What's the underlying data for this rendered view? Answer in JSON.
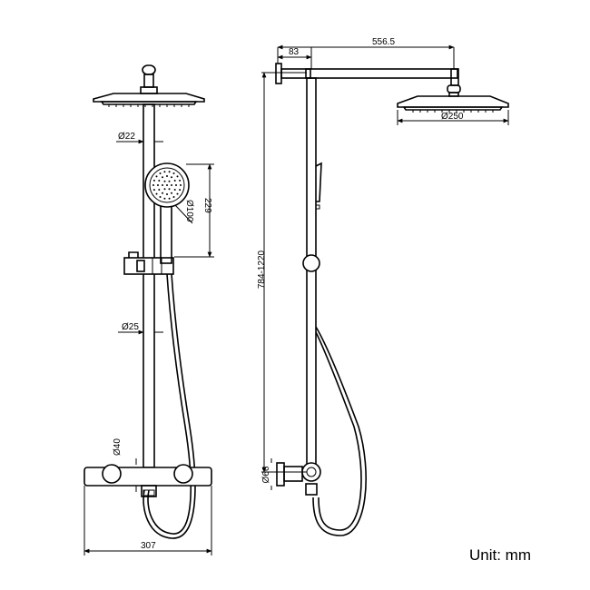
{
  "dimensions": {
    "outlet_diameter": "Ø22",
    "rail_diameter": "Ø25",
    "handset_diameter": "Ø100",
    "handset_length": "229",
    "knob_diameter": "Ø40",
    "valve_width": "307",
    "arm_offset": "83",
    "arm_length": "556.5",
    "head_diameter": "Ø250",
    "height_range": "784-1220",
    "connector_diameter": "Ø66"
  },
  "unit_label": "Unit: mm",
  "colors": {
    "line": "#000000",
    "background": "#ffffff"
  }
}
